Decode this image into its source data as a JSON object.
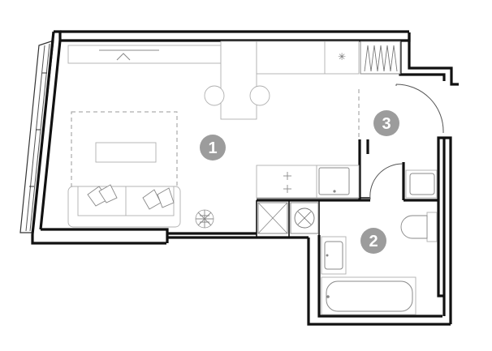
{
  "colors": {
    "wall": "#111111",
    "furniture_stroke": "#8a8a8a",
    "shade": "#e9e9e9",
    "badge_fill": "#9c9c9c",
    "badge_text": "#ffffff"
  },
  "rooms": [
    {
      "id": "room-1",
      "label": "1"
    },
    {
      "id": "room-2",
      "label": "2"
    },
    {
      "id": "room-3",
      "label": "3"
    }
  ],
  "icons": [
    "window-icon",
    "sofa-icon",
    "dining-table-icon",
    "kitchen-hob-icon",
    "sink-icon",
    "washing-machine-icon",
    "toilet-icon",
    "bathtub-icon",
    "plant-icon",
    "wardrobe-icon"
  ]
}
